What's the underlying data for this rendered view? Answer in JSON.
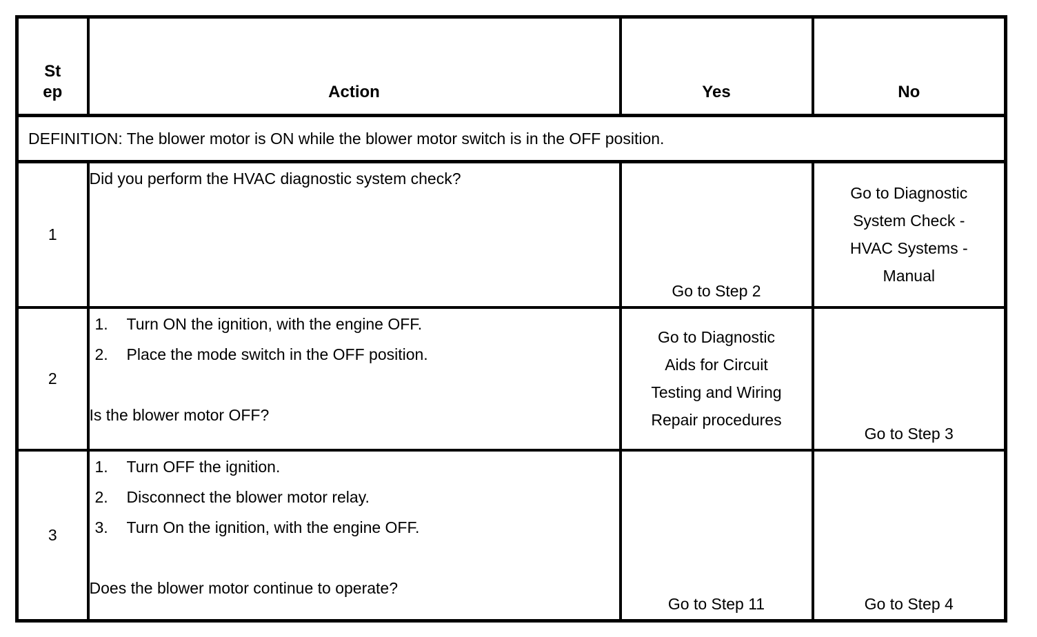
{
  "colors": {
    "border": "#000000",
    "background": "#ffffff",
    "text": "#000000"
  },
  "table": {
    "headers": {
      "step": "Step",
      "action": "Action",
      "yes": "Yes",
      "no": "No"
    },
    "definition": "DEFINITION: The blower motor is ON while the blower motor switch is in the OFF position.",
    "rows": [
      {
        "step": "1",
        "actions": [],
        "question": "Did you perform the HVAC diagnostic system check?",
        "yes": "Go to Step 2",
        "no": "Go to Diagnostic System Check - HVAC Systems - Manual"
      },
      {
        "step": "2",
        "actions": [
          {
            "num": "1.",
            "text": "Turn ON the ignition, with the engine OFF."
          },
          {
            "num": "2.",
            "text": "Place the mode switch in the OFF position."
          }
        ],
        "question": "Is the blower motor OFF?",
        "yes": "Go to Diagnostic Aids for Circuit Testing and Wiring Repair procedures",
        "no": "Go to Step 3"
      },
      {
        "step": "3",
        "actions": [
          {
            "num": "1.",
            "text": "Turn OFF the ignition."
          },
          {
            "num": "2.",
            "text": "Disconnect the blower motor relay."
          },
          {
            "num": "3.",
            "text": "Turn On the ignition, with the engine OFF."
          }
        ],
        "question": "Does the blower motor continue to operate?",
        "yes": "Go to Step 11",
        "no": "Go to Step 4"
      }
    ]
  }
}
